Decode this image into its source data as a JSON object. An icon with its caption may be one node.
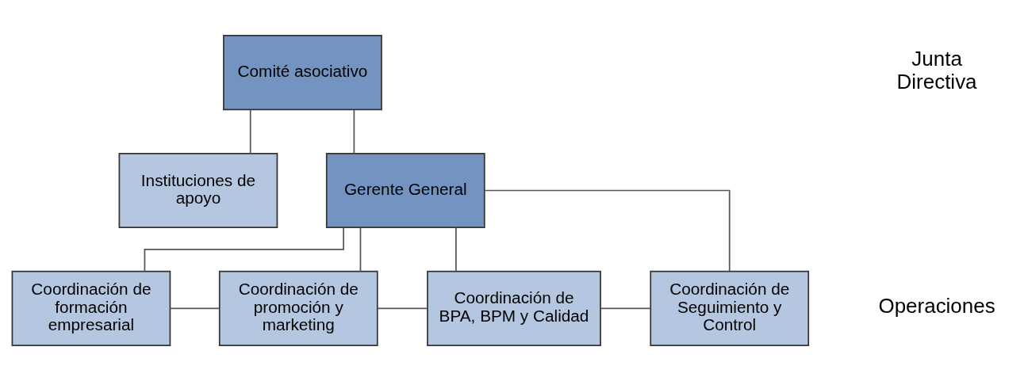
{
  "diagram": {
    "nodes": [
      {
        "text": [
          "Comité asociativo"
        ]
      },
      {
        "text": [
          "Instituciones de apoyo"
        ]
      },
      {
        "text": [
          "Gerente General"
        ]
      },
      {
        "text": [
          "Coordinación de formación empresarial"
        ]
      },
      {
        "text": [
          "Coordinación de promoción y marketing"
        ]
      },
      {
        "text": [
          "Coordinación de BPA, BPM y Calidad"
        ]
      },
      {
        "text": [
          "Coordinación de Seguimiento y Control"
        ]
      }
    ],
    "edges": [
      {
        "from": 0,
        "to": 2,
        "arrow": "none"
      },
      {
        "from": 0,
        "to": 1,
        "arrow": "none"
      },
      {
        "from": 2,
        "to": 3,
        "arrow": "none"
      },
      {
        "from": 2,
        "to": 4,
        "arrow": "none"
      },
      {
        "from": 2,
        "to": 5,
        "arrow": "none"
      },
      {
        "from": 2,
        "to": 6,
        "arrow": "none"
      },
      {
        "from": 3,
        "to": 4,
        "arrow": "none"
      },
      {
        "from": 4,
        "to": 5,
        "arrow": "none"
      },
      {
        "from": 5,
        "to": 6,
        "arrow": "none"
      }
    ],
    "labels": [
      "Junta Directiva",
      "Operaciones"
    ]
  }
}
